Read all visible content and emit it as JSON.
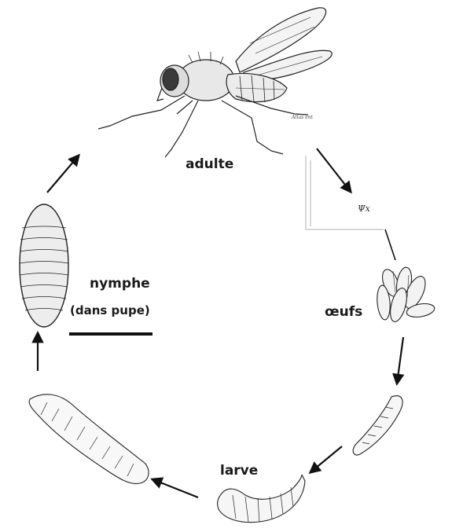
{
  "diagram": {
    "stages": {
      "adult": "adulte",
      "eggs": "œufs",
      "larva": "larve",
      "pupa": "nymphe",
      "pupa_note": "(dans pupe)"
    },
    "egg_detail_text": "Ψx",
    "fly_credit": "Atlas ent"
  }
}
